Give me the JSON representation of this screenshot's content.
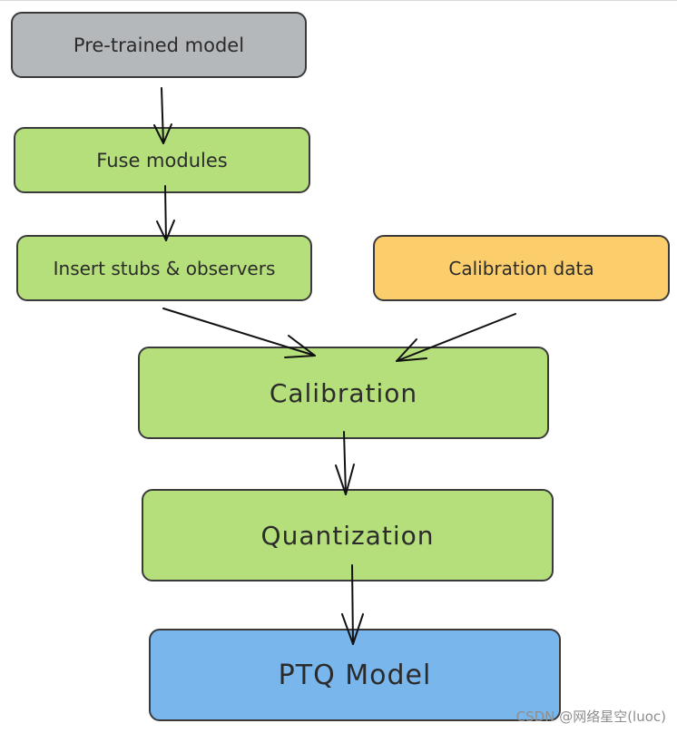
{
  "nodes": {
    "pretrained": "Pre-trained model",
    "fuse": "Fuse modules",
    "insert": "Insert stubs & observers",
    "calibration_data": "Calibration data",
    "calibration": "Calibration",
    "quantization": "Quantization",
    "ptq_model": "PTQ Model"
  },
  "colors": {
    "gray": "#b5b8bb",
    "green": "#b5df7a",
    "orange": "#fbcd6b",
    "blue": "#79b6ec",
    "border": "#3a3a3a"
  },
  "edges": [
    [
      "pretrained",
      "fuse"
    ],
    [
      "fuse",
      "insert"
    ],
    [
      "insert",
      "calibration"
    ],
    [
      "calibration_data",
      "calibration"
    ],
    [
      "calibration",
      "quantization"
    ],
    [
      "quantization",
      "ptq_model"
    ]
  ],
  "watermark": "CSDN @网络星空(luoc)"
}
